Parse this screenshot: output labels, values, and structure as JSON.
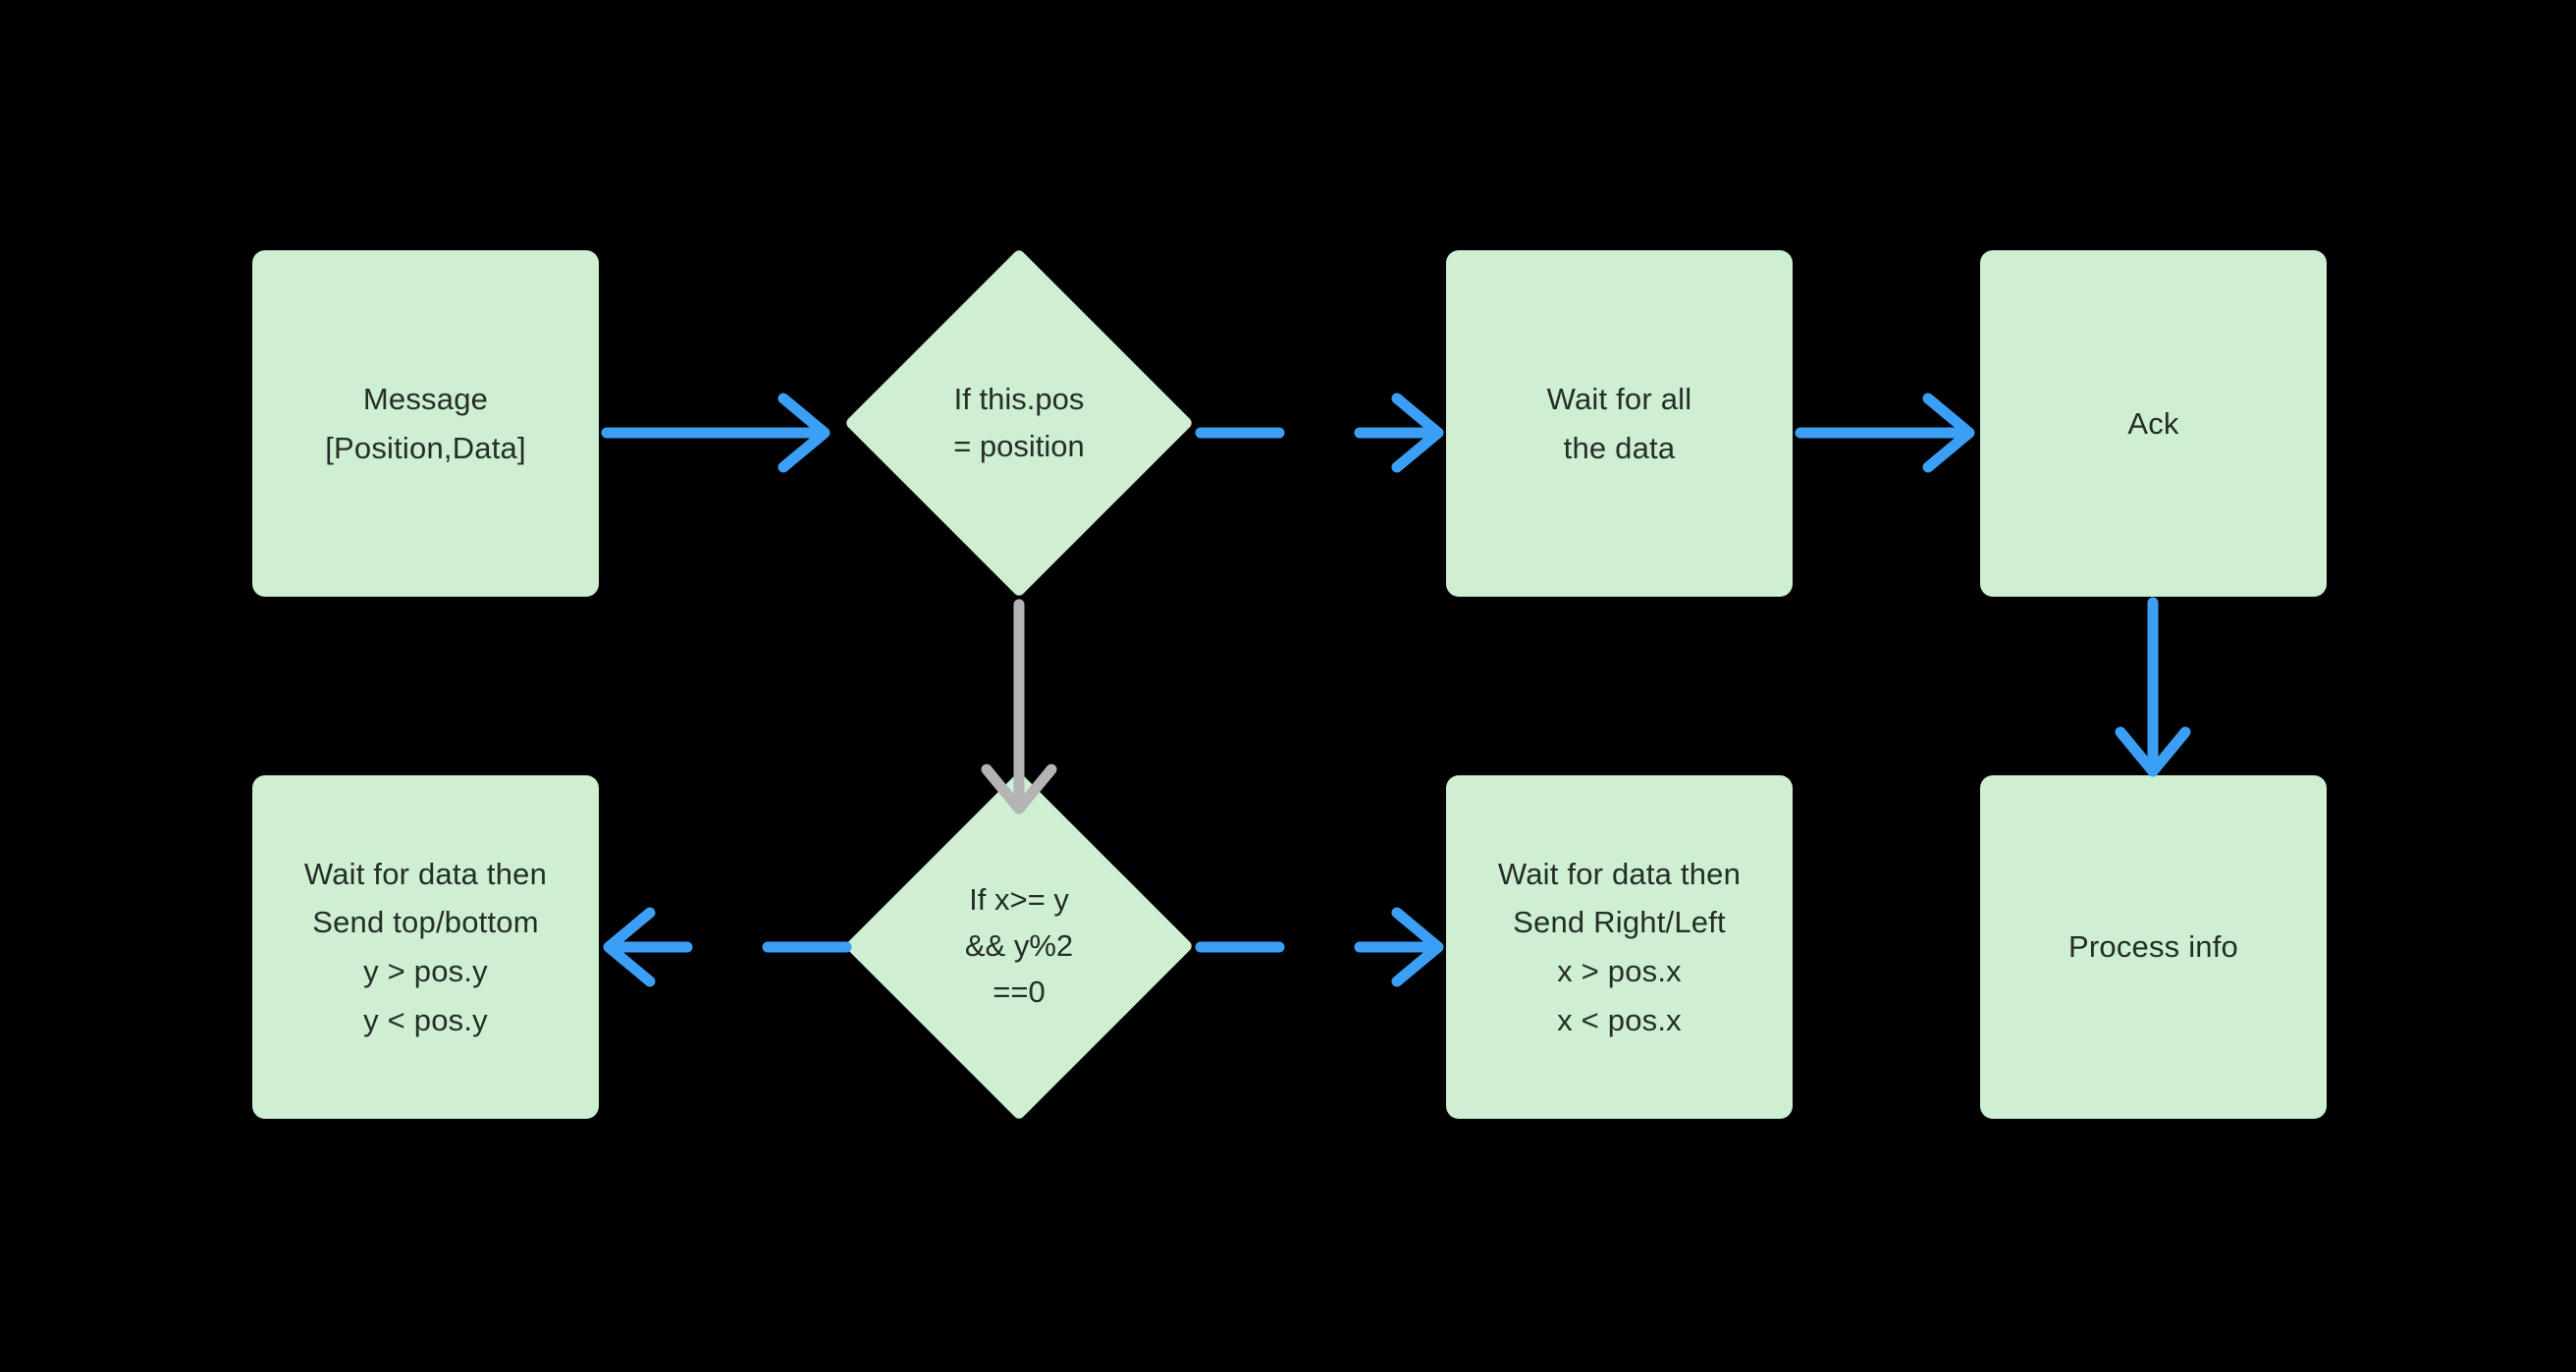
{
  "diagram": {
    "title": "Message position routing flowchart",
    "background": "#000000",
    "node_fill": "#ceefd1",
    "node_text_color": "#262d28",
    "edge_color_primary": "#3ba0f5",
    "edge_color_secondary": "#b4b4b4"
  },
  "nodes": {
    "message": {
      "shape": "rounded-rect",
      "lines": [
        "Message",
        "[Position,Data]"
      ],
      "line1": "Message",
      "line2": "[Position,Data]"
    },
    "decision_pos": {
      "shape": "diamond",
      "lines": [
        "If this.pos",
        "= position"
      ],
      "line1": "If this.pos",
      "line2": "= position"
    },
    "wait_all_data": {
      "shape": "rounded-rect",
      "lines": [
        "Wait for all",
        "the data"
      ],
      "line1": "Wait for all",
      "line2": "the data"
    },
    "ack": {
      "shape": "rounded-rect",
      "lines": [
        "Ack"
      ],
      "line1": "Ack"
    },
    "decision_xy": {
      "shape": "diamond",
      "lines": [
        "If x>= y",
        "&& y%2",
        "==0"
      ],
      "line1": "If x>= y",
      "line2": "&& y%2",
      "line3": "==0"
    },
    "send_top_bottom": {
      "shape": "rounded-rect",
      "lines": [
        "Wait for data then",
        "Send top/bottom",
        "y > pos.y",
        "y < pos.y"
      ],
      "line1": "Wait for data then",
      "line2": "Send top/bottom",
      "line3": "y > pos.y",
      "line4": "y < pos.y"
    },
    "send_right_left": {
      "shape": "rounded-rect",
      "lines": [
        "Wait for data then",
        "Send Right/Left",
        "x > pos.x",
        "x < pos.x"
      ],
      "line1": "Wait for data then",
      "line2": "Send Right/Left",
      "line3": "x > pos.x",
      "line4": "x < pos.x"
    },
    "process_info": {
      "shape": "rounded-rect",
      "lines": [
        "Process info"
      ],
      "line1": "Process info"
    }
  },
  "edges": [
    {
      "id": "message-to-decision-pos",
      "from": "message",
      "to": "decision_pos",
      "style": "solid",
      "direction": "right",
      "color": "#3ba0f5"
    },
    {
      "id": "decision-pos-to-wait-all-data",
      "from": "decision_pos",
      "to": "wait_all_data",
      "style": "broken",
      "direction": "right",
      "color": "#3ba0f5"
    },
    {
      "id": "wait-all-data-to-ack",
      "from": "wait_all_data",
      "to": "ack",
      "style": "solid",
      "direction": "right",
      "color": "#3ba0f5"
    },
    {
      "id": "ack-to-process-info",
      "from": "ack",
      "to": "process_info",
      "style": "solid",
      "direction": "down",
      "color": "#3ba0f5"
    },
    {
      "id": "decision-pos-to-decision-xy",
      "from": "decision_pos",
      "to": "decision_xy",
      "style": "solid",
      "direction": "down",
      "color": "#b4b4b4"
    },
    {
      "id": "decision-xy-to-send-top-bottom",
      "from": "decision_xy",
      "to": "send_top_bottom",
      "style": "broken",
      "direction": "left",
      "color": "#3ba0f5"
    },
    {
      "id": "decision-xy-to-send-right-left",
      "from": "decision_xy",
      "to": "send_right_left",
      "style": "broken",
      "direction": "right",
      "color": "#3ba0f5"
    }
  ]
}
